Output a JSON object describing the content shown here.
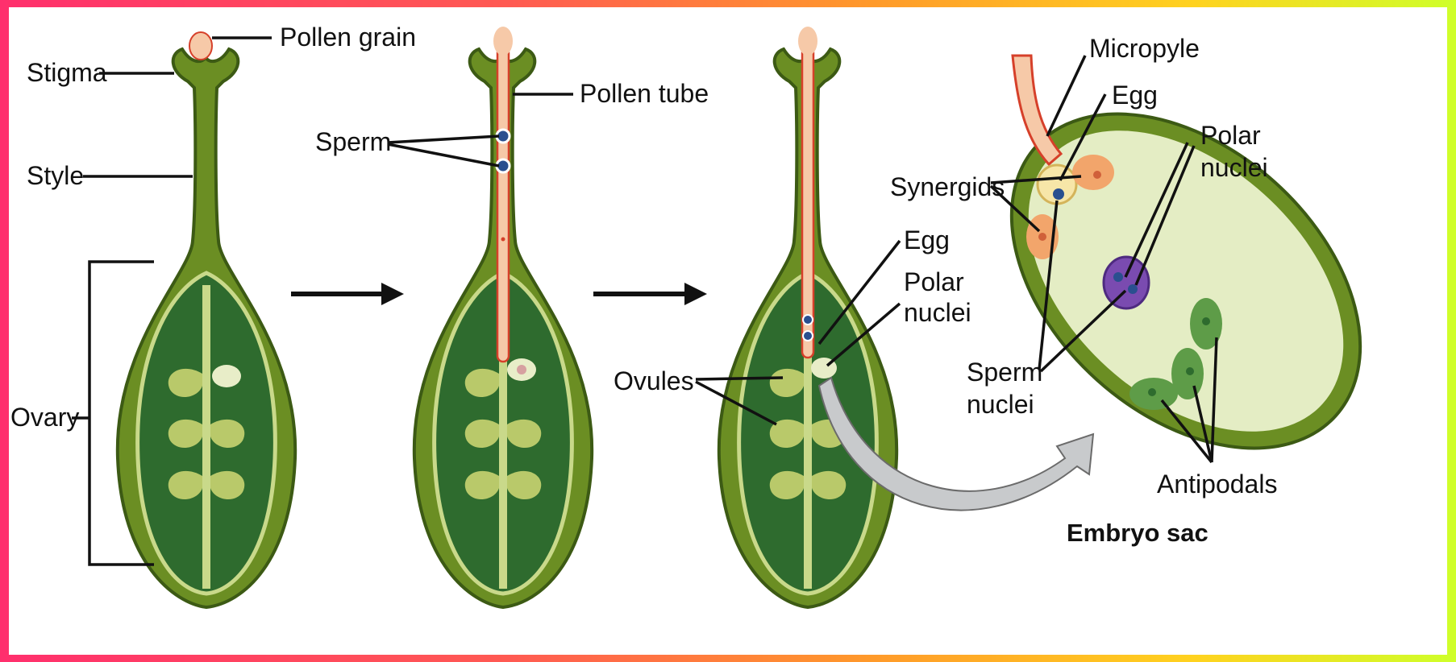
{
  "labels": {
    "pollen_grain": "Pollen grain",
    "stigma": "Stigma",
    "style": "Style",
    "ovary": "Ovary",
    "pollen_tube": "Pollen tube",
    "sperm": "Sperm",
    "egg_mid": "Egg",
    "polar_mid_1": "Polar",
    "polar_mid_2": "nuclei",
    "ovules": "Ovules",
    "micropyle": "Micropyle",
    "egg_sac": "Egg",
    "polar_sac_1": "Polar",
    "polar_sac_2": "nuclei",
    "synergids": "Synergids",
    "sperm_nuclei_1": "Sperm",
    "sperm_nuclei_2": "nuclei",
    "antipodals": "Antipodals",
    "embryo_sac": "Embryo sac"
  },
  "colors": {
    "pistil_light": "#6b8e23",
    "pistil_outline": "#3c5a14",
    "ovary_dark": "#2e6b2e",
    "ovary_inner_line": "#c9d98a",
    "ovule": "#b9c96a",
    "pollen": "#f6c9a8",
    "pollen_tube_edge": "#d6402a",
    "embryo_sac_fill": "#e4edc4",
    "polar_purple": "#7a4bb0",
    "antipodal_green": "#5e9c48",
    "synergid_orange": "#f2a56b",
    "sperm_blue": "#2a4f8f",
    "big_arrow_gray": "#c8cacc"
  }
}
